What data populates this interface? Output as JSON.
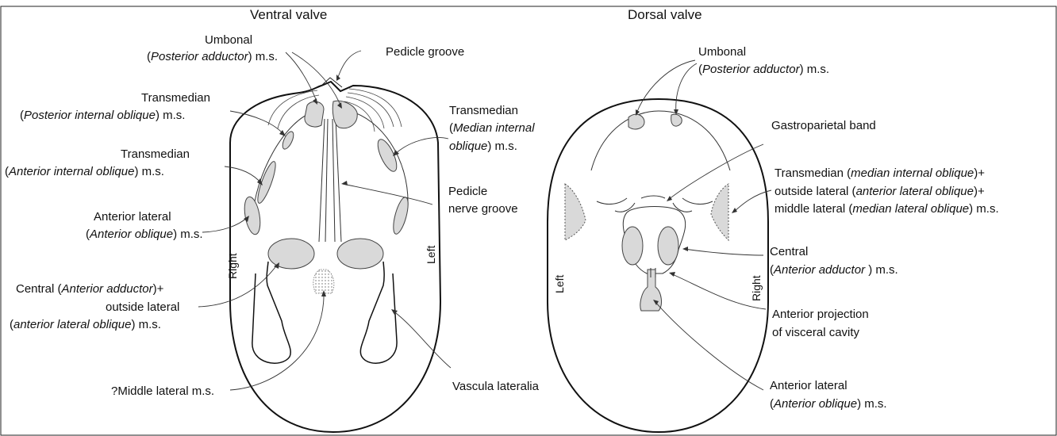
{
  "titles": {
    "ventral": "Ventral valve",
    "dorsal": "Dorsal valve"
  },
  "ventral": {
    "umbonal": {
      "l1": "Umbonal",
      "pre": "(",
      "it": "Posterior adductor",
      "post": ") m.s."
    },
    "pedicle_groove": "Pedicle groove",
    "transmedian_pio": {
      "l1": "Transmedian",
      "pre": "(",
      "it": "Posterior internal oblique",
      "post": ") m.s."
    },
    "transmedian_mio": {
      "l1": "Transmedian",
      "l2pre": "(",
      "l2it": "Median internal",
      "l3it": "oblique",
      "l3post": ") m.s."
    },
    "transmedian_aio": {
      "l1": "Transmedian",
      "pre": "(",
      "it": "Anterior internal oblique",
      "post": ") m.s."
    },
    "pedicle_nerve_groove": {
      "l1": "Pedicle",
      "l2": "nerve groove"
    },
    "anterior_lateral": {
      "l1": "Anterior lateral",
      "pre": "(",
      "it": "Anterior oblique",
      "post": ") m.s."
    },
    "central": {
      "l1pre": "Central (",
      "l1it": "Anterior adductor",
      "l1post": ")+",
      "l2": "outside lateral",
      "l3pre": "(",
      "l3it": "anterior lateral oblique",
      "l3post": ") m.s."
    },
    "middle_lateral": "?Middle lateral m.s.",
    "vascula_lateralia": "Vascula lateralia",
    "side_right": "Right",
    "side_left": "Left"
  },
  "dorsal": {
    "umbonal": {
      "l1": "Umbonal",
      "pre": "(",
      "it": "Posterior adductor",
      "post": ") m.s."
    },
    "gastroparietal": "Gastroparietal band",
    "transmedian": {
      "l1pre": "Transmedian (",
      "l1it": "median internal oblique",
      "l1post": ")+",
      "l2pre": "outside lateral (",
      "l2it": "anterior lateral oblique",
      "l2post": ")+",
      "l3pre": "middle lateral (",
      "l3it": "median lateral oblique",
      "l3post": ") m.s."
    },
    "central": {
      "l1": "Central",
      "pre": "(",
      "it": "Anterior adductor ",
      "post": ") m.s."
    },
    "anterior_projection": {
      "l1": "Anterior projection",
      "l2": "of visceral cavity"
    },
    "anterior_lateral": {
      "l1": "Anterior lateral",
      "pre": "(",
      "it": "Anterior oblique",
      "post": ") m.s."
    },
    "side_left": "Left",
    "side_right": "Right"
  },
  "colors": {
    "outline": "#111111",
    "scar_fill": "#d9d9d9",
    "scar_stroke": "#444444",
    "leader": "#333333"
  }
}
